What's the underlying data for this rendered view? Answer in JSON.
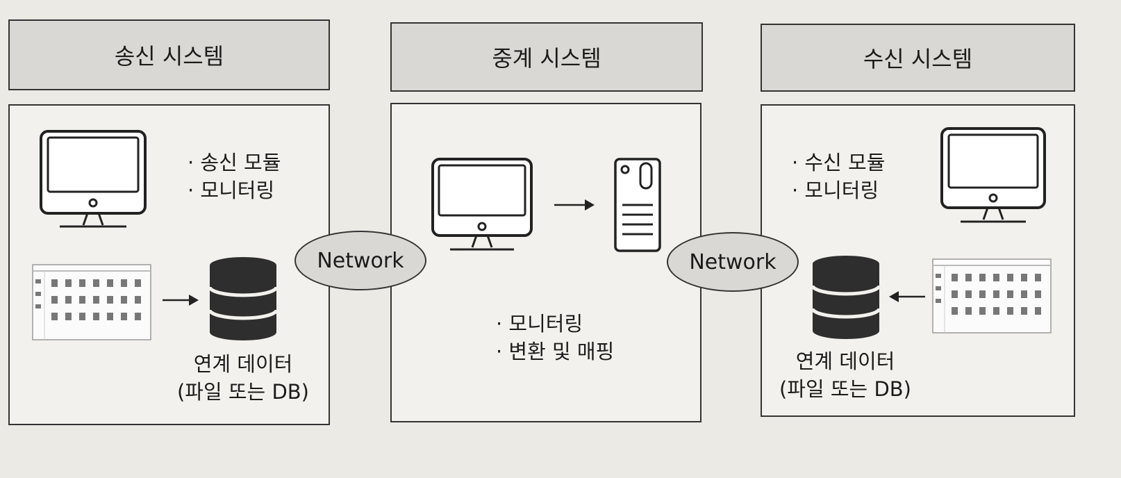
{
  "sender": {
    "title": "송신 시스템",
    "items": [
      "· 송신 모듈",
      "· 모니터링"
    ],
    "data_label_line1": "연계 데이터",
    "data_label_line2": "(파일 또는 DB)"
  },
  "relay": {
    "title": "중계 시스템",
    "items": [
      "· 모니터링",
      "· 변환 및 매핑"
    ]
  },
  "receiver": {
    "title": "수신 시스템",
    "items": [
      "· 수신 모듈",
      "· 모니터링"
    ],
    "data_label_line1": "연계 데이터",
    "data_label_line2": "(파일 또는 DB)"
  },
  "network_left": "Network",
  "network_right": "Network",
  "icons": [
    "monitor-icon",
    "database-icon",
    "file-list-icon",
    "server-icon",
    "arrow-icon"
  ]
}
